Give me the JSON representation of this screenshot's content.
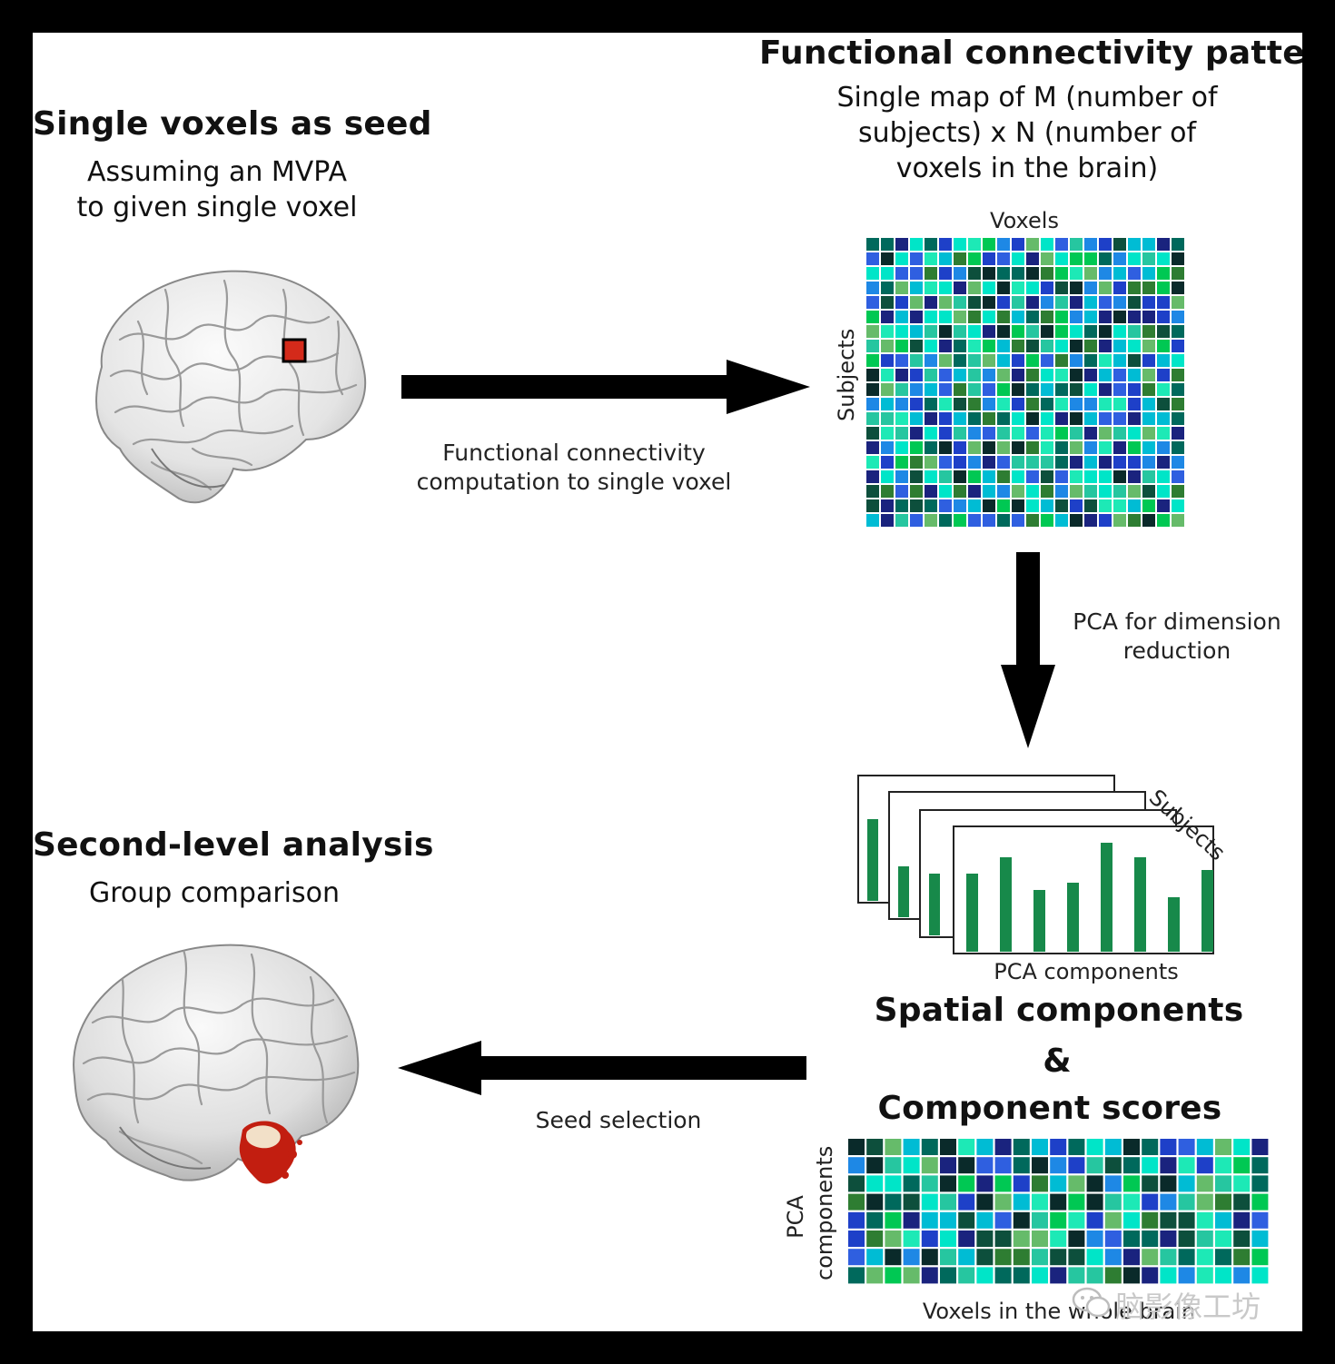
{
  "seed": {
    "title": "Single voxels as seed",
    "subtitle_line1": "Assuming an MVPA",
    "subtitle_line2": "to given single voxel"
  },
  "fc_pattern": {
    "title": "Functional connectivity pattern",
    "desc_line1": "Single map of M (number of",
    "desc_line2": "subjects) x N (number of",
    "desc_line3": "voxels in the brain)",
    "x_label": "Voxels",
    "y_label": "Subjects"
  },
  "arrow_right": {
    "label_line1": "Functional connectivity",
    "label_line2": "computation to single voxel"
  },
  "arrow_down": {
    "label_line1": "PCA for dimension",
    "label_line2": "reduction"
  },
  "pca_stack": {
    "depth_label": "Subjects",
    "x_label": "PCA components"
  },
  "components": {
    "title_line1": "Spatial components",
    "ampersand": "&",
    "title_line2": "Component scores",
    "y_label_line1": "PCA",
    "y_label_line2": "components",
    "x_label": "Voxels in the whole brain"
  },
  "second_level": {
    "title": "Second-level analysis",
    "subtitle": "Group comparison"
  },
  "arrow_left": {
    "label": "Seed selection"
  },
  "watermark": {
    "text": "脑影像工坊"
  },
  "colors": {
    "matrix_palette": [
      "#1a237e",
      "#1e40c8",
      "#2f5fe0",
      "#1e88e5",
      "#00bcd4",
      "#00e5c8",
      "#26c6a0",
      "#1de9b6",
      "#00c853",
      "#2e7d32",
      "#0d4f3c",
      "#0a2a2a",
      "#00695c",
      "#66bb6a"
    ],
    "bar_green": "#17894a",
    "voxel_red": "#d42a1a",
    "arrow": "#000000"
  }
}
